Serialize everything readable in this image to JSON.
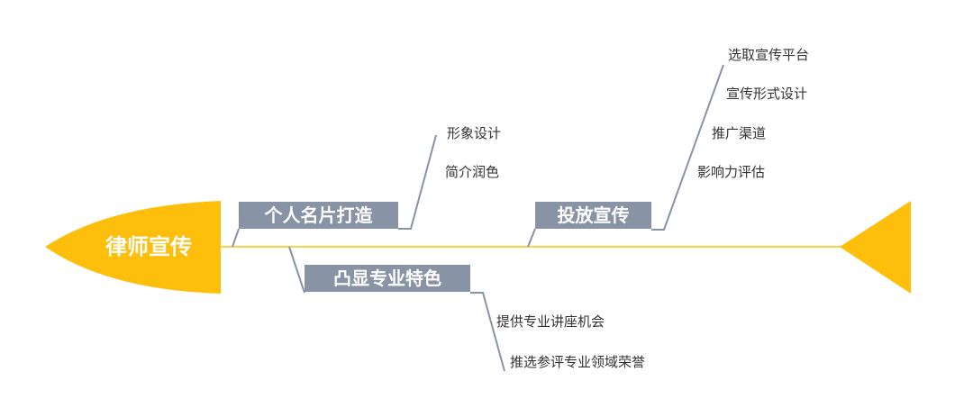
{
  "title": "律师宣传",
  "colors": {
    "head": "#FDBF0C",
    "spine": "#FFD34E",
    "box": "#8893A5",
    "connector": "#8893A5"
  },
  "branches": [
    {
      "label": "个人名片打造",
      "items": [
        "形象设计",
        "简介润色"
      ]
    },
    {
      "label": "凸显专业特色",
      "items": [
        "提供专业讲座机会",
        "推选参评专业领域荣誉"
      ]
    },
    {
      "label": "投放宣传",
      "items": [
        "选取宣传平台",
        "宣传形式设计",
        "推广渠道",
        "影响力评估"
      ]
    }
  ]
}
